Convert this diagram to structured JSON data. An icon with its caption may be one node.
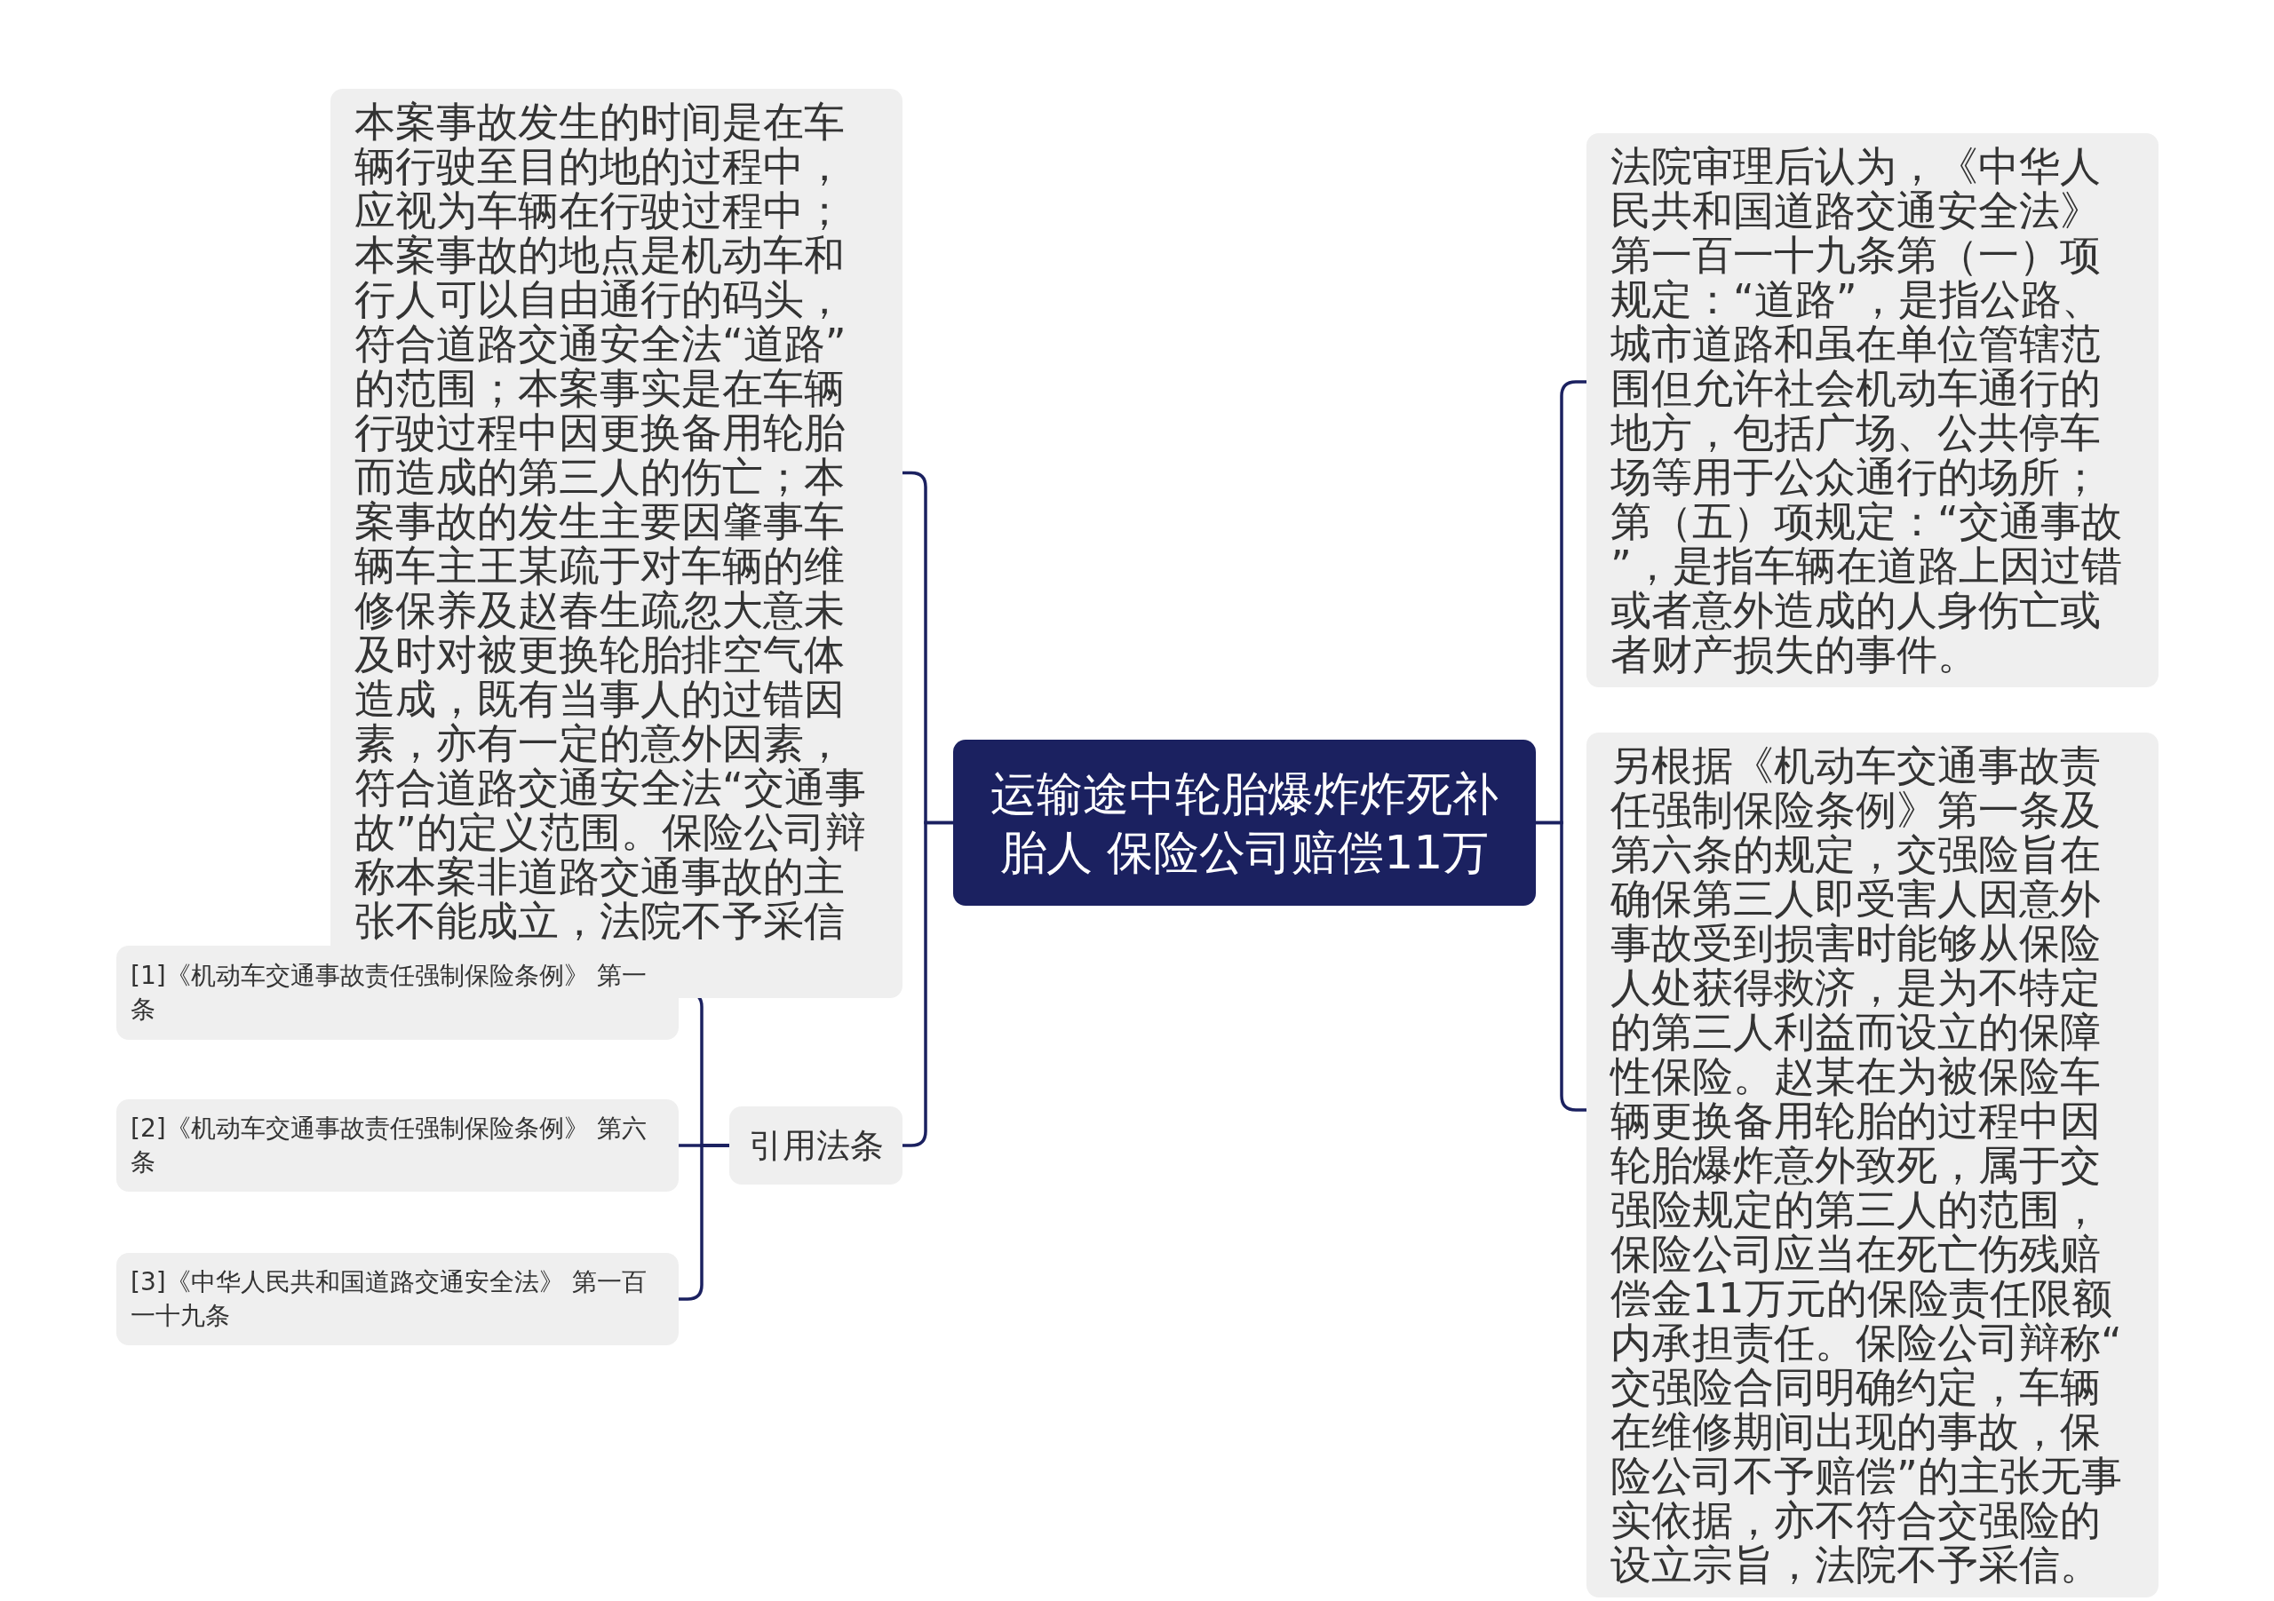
{
  "diagram": {
    "nodes": [
      {
        "text": [
          "运输途中轮胎爆炸炸死补胎人 保险公司赔偿11万"
        ]
      },
      {
        "text": [
          "本案事故发生的时间是在车辆行驶至目的地的过程中，应视为车辆在行驶过程中；本案事故的地点是机动车和行人可以自由通行的码头，符合道路交通安全法“道路”的范围；本案事实是在车辆行驶过程中因更换备用轮胎而造成的第三人的伤亡；本案事故的发生主要因肇事车辆车主王某疏于对车辆的维修保养及赵春生疏忽大意未及时对被更换轮胎排空气体造成，既有当事人的过错因素，亦有一定的意外因素，符合道路交通安全法“交通事故”的定义范围。保险公司辩称本案非道路交通事故的主张不能成立，法院不予采信。"
        ]
      },
      {
        "text": [
          "引用法条"
        ]
      },
      {
        "text": [
          "[1]《机动车交通事故责任强制保险条例》 第一条"
        ]
      },
      {
        "text": [
          "[2]《机动车交通事故责任强制保险条例》 第六条"
        ]
      },
      {
        "text": [
          "[3]《中华人民共和国道路交通安全法》 第一百一十九条"
        ]
      },
      {
        "text": [
          "法院审理后认为，《中华人民共和国道路交通安全法》第一百一十九条第（一）项规定：“道路”，是指公路、城市道路和虽在单位管辖范围但允许社会机动车通行的地方，包括广场、公共停车场等用于公众通行的场所；第（五）项规定：“交通事故”，是指车辆在道路上因过错或者意外造成的人身伤亡或者财产损失的事件。"
        ]
      },
      {
        "text": [
          "另根据《机动车交通事故责任强制保险条例》第一条及第六条的规定，交强险旨在确保第三人即受害人因意外事故受到损害时能够从保险人处获得救济，是为不特定的第三人利益而设立的保障性保险。赵某在为被保险车辆更换备用轮胎的过程中因轮胎爆炸意外致死，属于交强险规定的第三人的范围，保险公司应当在死亡伤残赔偿金11万元的保险责任限额内承担责任。保险公司辩称“交强险合同明确约定，车辆在维修期间出现的事故，保险公司不予赔偿”的主张无事实依据，亦不符合交强险的设立宗旨，法院不予采信。"
        ]
      }
    ],
    "edges": [
      {
        "from": 0,
        "to": 1,
        "arrow": "none"
      },
      {
        "from": 0,
        "to": 2,
        "arrow": "none"
      },
      {
        "from": 2,
        "to": 3,
        "arrow": "none"
      },
      {
        "from": 2,
        "to": 4,
        "arrow": "none"
      },
      {
        "from": 2,
        "to": 5,
        "arrow": "none"
      },
      {
        "from": 0,
        "to": 6,
        "arrow": "none"
      },
      {
        "from": 0,
        "to": 7,
        "arrow": "none"
      }
    ]
  }
}
